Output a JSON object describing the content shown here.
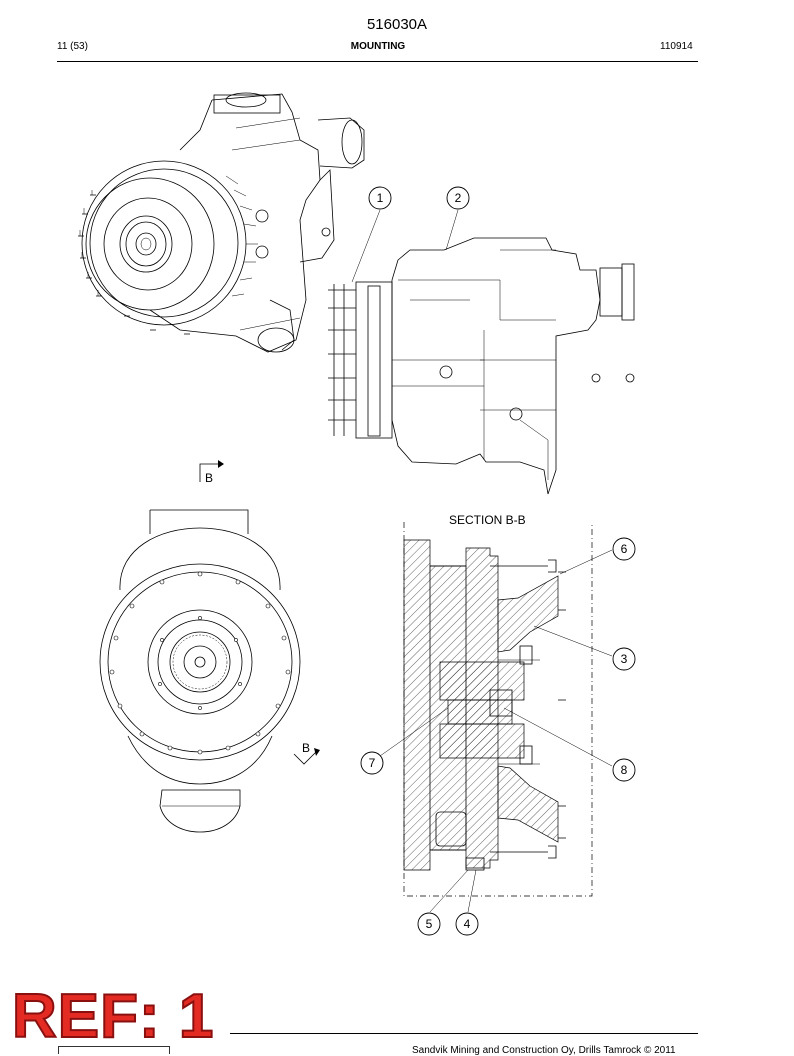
{
  "header": {
    "doc_number": "516030A",
    "page": "11 (53)",
    "section": "MOUNTING",
    "date": "110914"
  },
  "drawing": {
    "section_label": "SECTION  B-B",
    "view_marker_top": "B",
    "view_marker_bottom": "B",
    "callouts": [
      "1",
      "2",
      "3",
      "4",
      "5",
      "6",
      "7",
      "8"
    ]
  },
  "stamp": {
    "text": "REF: 1",
    "color": "#e32b24"
  },
  "footer": {
    "copyright": "Sandvik Mining and Construction Oy, Drills Tamrock © 2011"
  }
}
